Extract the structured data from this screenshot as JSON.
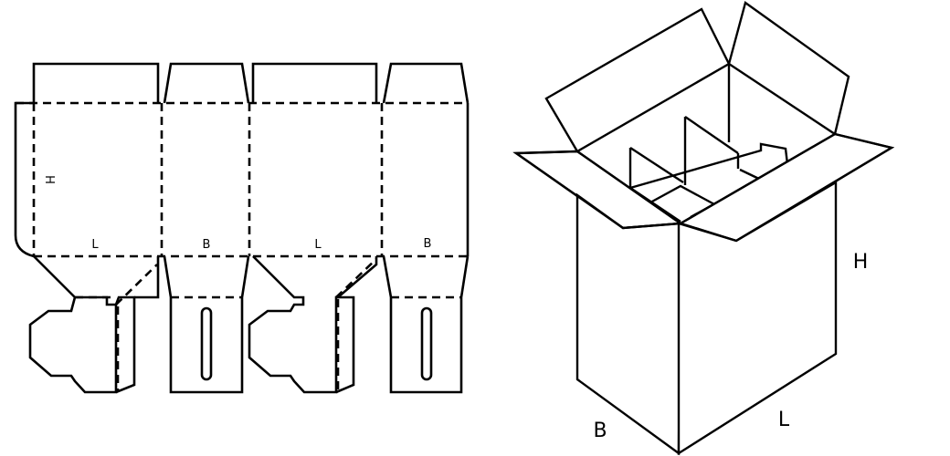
{
  "flat_net": {
    "labels": {
      "height": "H",
      "length_1": "L",
      "breadth_1": "B",
      "length_2": "L",
      "breadth_2": "B"
    }
  },
  "box_3d": {
    "labels": {
      "height": "H",
      "breadth": "B",
      "length": "L"
    }
  },
  "colors": {
    "line": "#000000",
    "background": "#ffffff"
  }
}
